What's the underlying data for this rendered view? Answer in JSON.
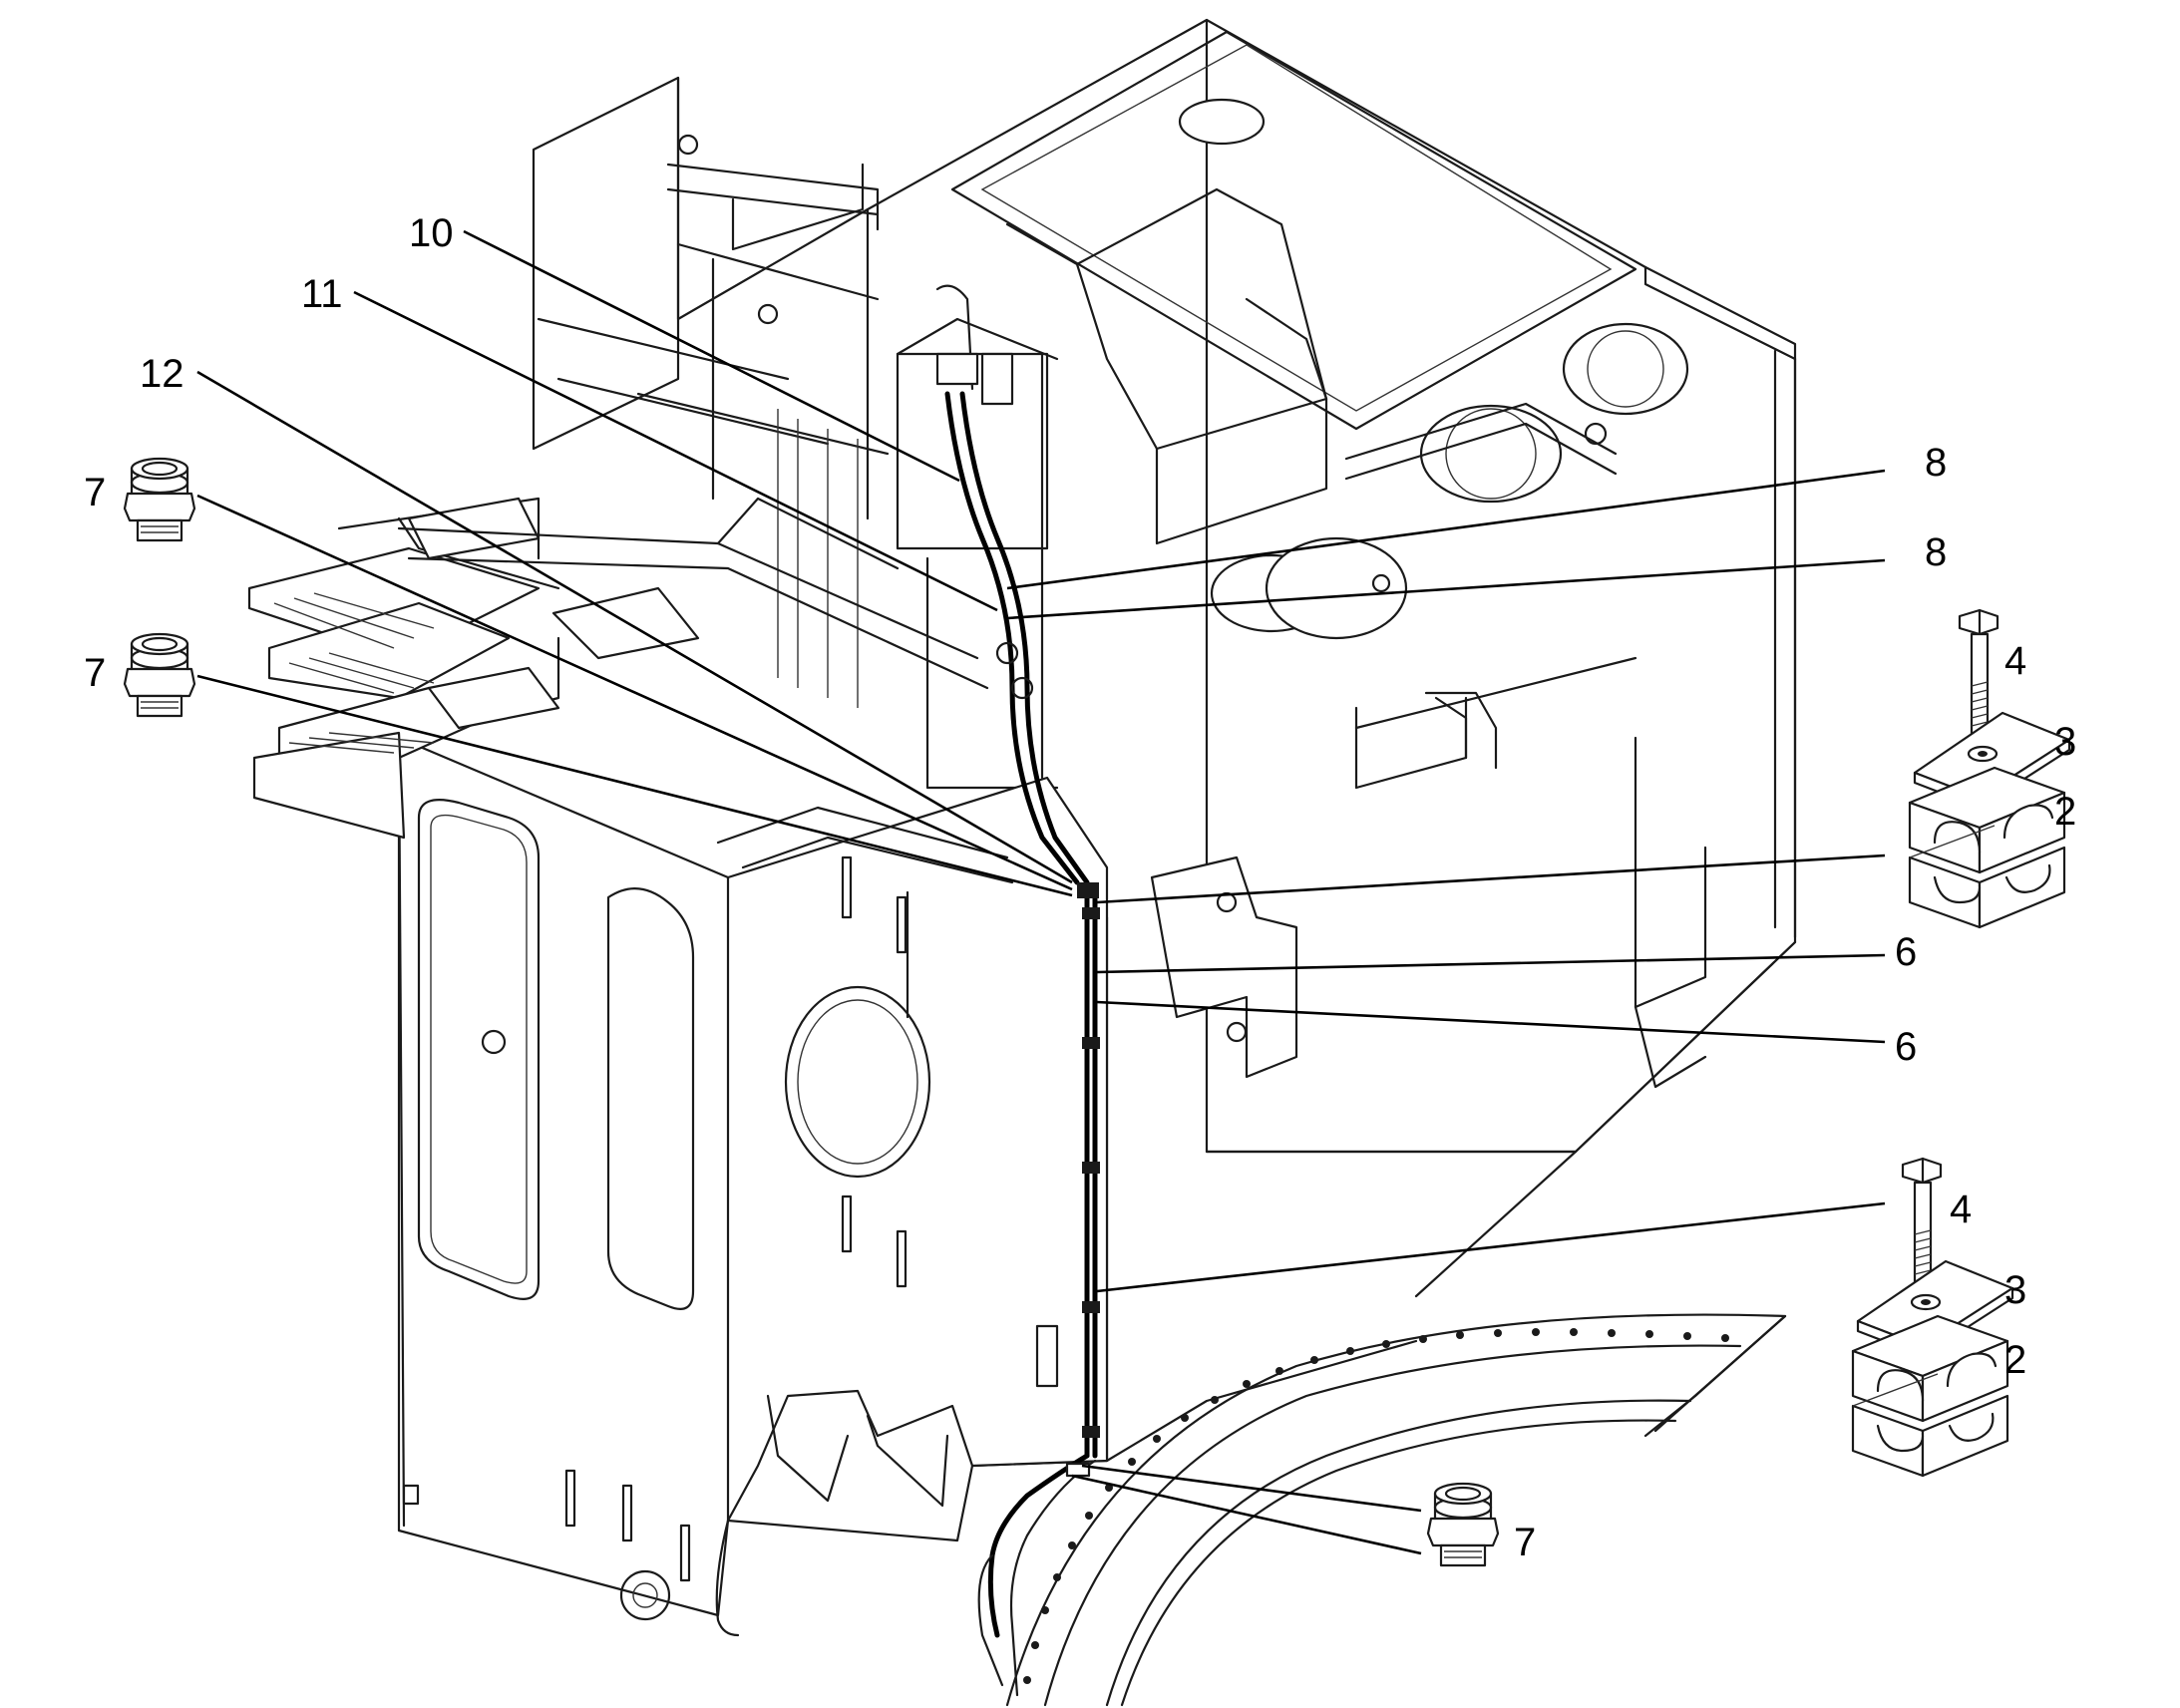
{
  "callouts": [
    {
      "label": "10"
    },
    {
      "label": "11"
    },
    {
      "label": "12"
    },
    {
      "label": "7"
    },
    {
      "label": "7"
    },
    {
      "label": "8"
    },
    {
      "label": "8"
    },
    {
      "label": "4"
    },
    {
      "label": "3"
    },
    {
      "label": "2"
    },
    {
      "label": "6"
    },
    {
      "label": "6"
    },
    {
      "label": "4"
    },
    {
      "label": "3"
    },
    {
      "label": "2"
    },
    {
      "label": "7"
    }
  ],
  "colors": {
    "line": "#1a1a1a",
    "background": "#ffffff"
  }
}
